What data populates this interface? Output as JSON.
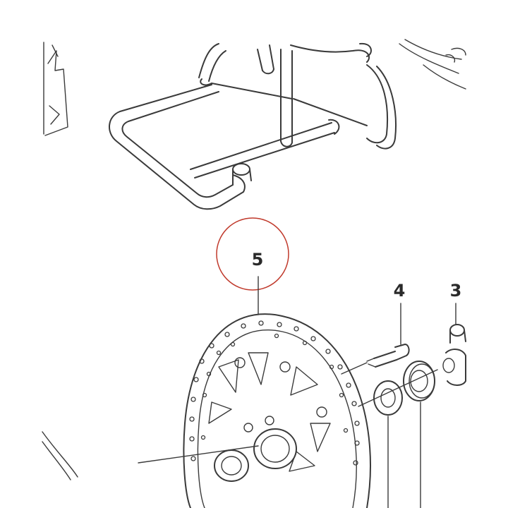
{
  "callouts": [
    {
      "id": "part-5",
      "label": "5",
      "highlighted": true
    },
    {
      "id": "part-4",
      "label": "4",
      "highlighted": false
    },
    {
      "id": "part-3",
      "label": "3",
      "highlighted": false
    }
  ],
  "colors": {
    "line": "#3a3a3a",
    "highlight_circle": "#c0392b",
    "background": "#ffffff"
  }
}
